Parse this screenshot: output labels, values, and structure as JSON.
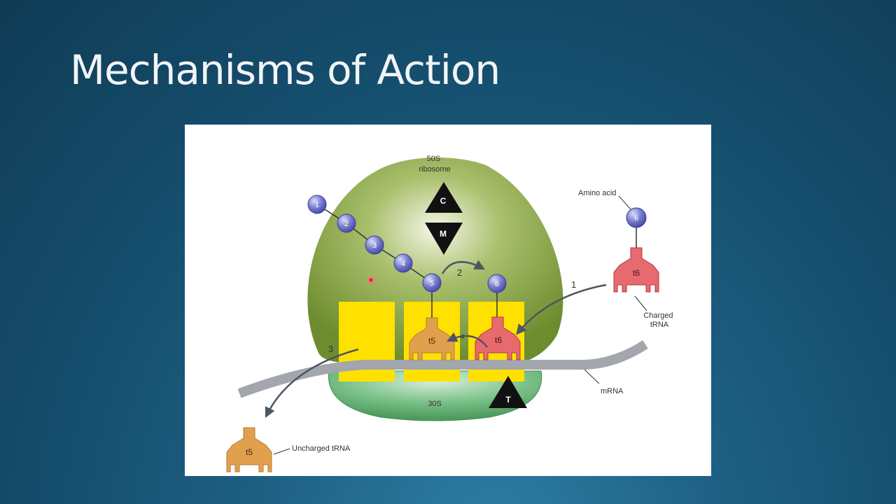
{
  "slide": {
    "title": "Mechanisms of Action"
  },
  "diagram": {
    "ribosome_large_label": "50S\nribosome",
    "ribosome_small_label": "30S",
    "site_markers": [
      {
        "name": "C",
        "direction": "up"
      },
      {
        "name": "M",
        "direction": "down"
      },
      {
        "name": "T",
        "direction": "up"
      }
    ],
    "peptide_chain": [
      "1",
      "2",
      "3",
      "4",
      "5"
    ],
    "incoming_amino_acid": "6",
    "bound_amino_acid": "6",
    "trnas": {
      "p_site": "t5",
      "a_site": "t6",
      "charged": "t6",
      "uncharged": "t5"
    },
    "labels": {
      "amino_acid": "Amino acid",
      "charged_trna": "Charged\ntRNA",
      "uncharged_trna": "Uncharged tRNA",
      "mrna": "mRNA"
    },
    "steps": [
      "1",
      "2",
      "3",
      "4"
    ],
    "colors": {
      "ribosome_50s": "#7d9a3c",
      "ribosome_30s": "#5fae6e",
      "site_block": "#ffe100",
      "charged_trna": "#e66a6e",
      "uncharged_trna": "#e0a04e",
      "amino_acid": "#6d6fc0",
      "mrna": "#a3a6ad"
    }
  }
}
